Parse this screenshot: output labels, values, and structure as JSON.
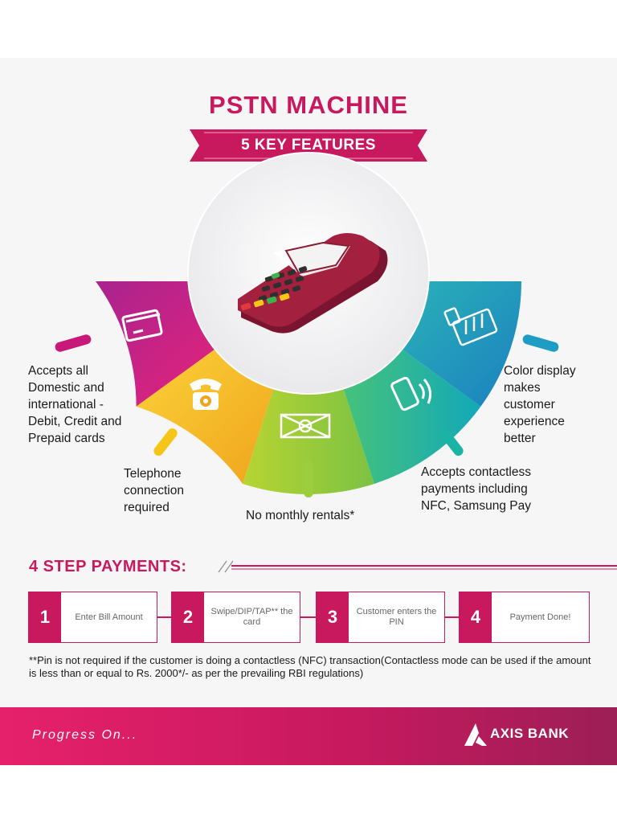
{
  "header": {
    "title": "PSTN MACHINE",
    "subtitle": "5 KEY FEATURES"
  },
  "features": {
    "cards": "Accepts all Domestic and international - Debit, Credit and Prepaid cards",
    "telephone": "Telephone connection required",
    "rentals": "No monthly rentals*",
    "contactless": "Accepts contactless payments including NFC, Samsung Pay",
    "display": "Color display makes customer experience better"
  },
  "feature_lines": {
    "cards": [
      "Accepts all",
      "Domestic and",
      "international -",
      "Debit, Credit and",
      "Prepaid cards"
    ],
    "telephone": [
      "Telephone",
      "connection",
      "required"
    ],
    "rentals": [
      "No monthly rentals*"
    ],
    "contactless": [
      "Accepts contactless",
      "payments including",
      "NFC, Samsung Pay"
    ],
    "display": [
      "Color display",
      "makes",
      "customer",
      "experience",
      "better"
    ]
  },
  "steps_section": {
    "title": "4 STEP PAYMENTS:",
    "steps": [
      {
        "number": "1",
        "label": "Enter Bill Amount"
      },
      {
        "number": "2",
        "label": "Swipe/DIP/TAP** the card"
      },
      {
        "number": "3",
        "label": "Customer enters the PIN"
      },
      {
        "number": "4",
        "label": "Payment Done!"
      }
    ],
    "note": "**Pin is not required if the customer is doing a contactless (NFC) transaction(Contactless mode can be used if the amount is less than or equal to Rs. 2000*/- as per the prevailing RBI regulations)"
  },
  "footer": {
    "tagline": "Progress On...",
    "brand": "AXIS BANK"
  },
  "colors": {
    "accent": "#c8195f",
    "magenta": "#c8195f",
    "yellow": "#f5c518",
    "green": "#8cc63f",
    "teal": "#1bb3a3",
    "blue": "#1e9dc4"
  }
}
